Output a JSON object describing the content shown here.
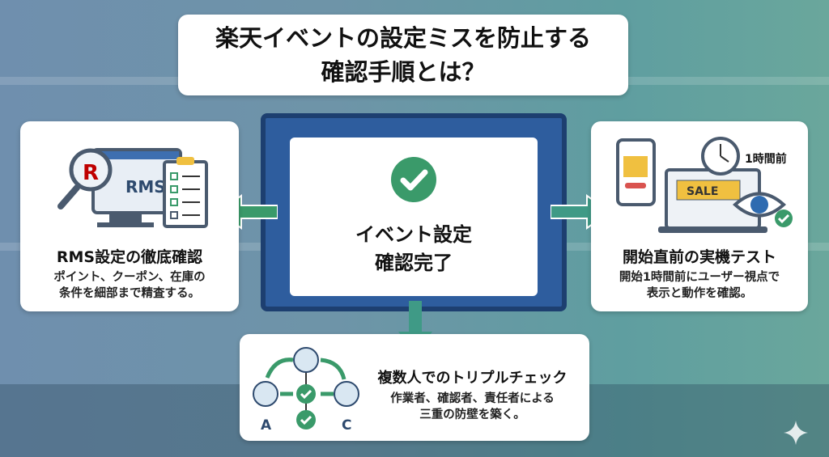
{
  "title": {
    "line1": "楽天イベントの設定ミスを防止する",
    "line2": "確認手順とは？"
  },
  "center": {
    "heading_line1": "イベント設定",
    "heading_line2": "確認完了",
    "icon": "check-circle-icon"
  },
  "left": {
    "heading": "RMS設定の徹底確認",
    "desc_line1": "ポイント、クーポン、在庫の",
    "desc_line2": "条件を細部まで精査する。",
    "logo_letter": "R",
    "screen_label": "RMS"
  },
  "right": {
    "heading": "開始直前の実機テスト",
    "desc_line1": "開始1時間前にユーザー視点で",
    "desc_line2": "表示と動作を確認。",
    "clock_label": "1時間前",
    "sale_label": "SALE"
  },
  "bottom": {
    "heading": "複数人でのトリプルチェック",
    "desc_line1": "作業者、確認者、責任者による",
    "desc_line2": "三重の防壁を築く。",
    "label_a": "A",
    "label_c": "C"
  },
  "colors": {
    "accent_green": "#3a9a6a",
    "arrow_teal": "#3f9a86",
    "monitor_blue": "#2e5d9e",
    "brand_red": "#bf0000"
  }
}
